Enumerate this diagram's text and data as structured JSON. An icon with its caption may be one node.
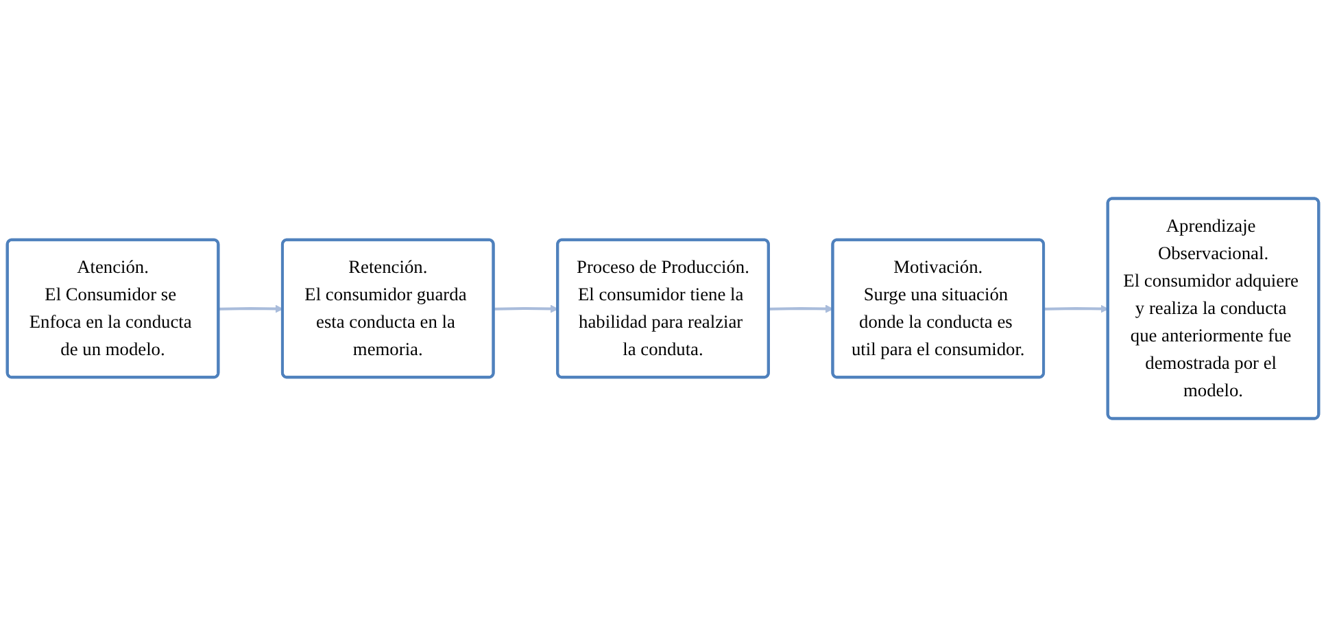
{
  "diagram": {
    "nodes": [
      {
        "text": [
          "Atención.",
          "El Consumidor se Enfoca en la conducta de un modelo."
        ]
      },
      {
        "text": [
          "Retención.",
          "El consumidor guarda esta conducta en la memoria."
        ]
      },
      {
        "text": [
          "Proceso de Producción.",
          "El consumidor tiene la habilidad para realziar la conduta."
        ]
      },
      {
        "text": [
          "Motivación.",
          "Surge una situación donde la conducta es util para el consumidor."
        ]
      },
      {
        "text": [
          "Aprendizaje Observacional.",
          "El consumidor adquiere y realiza la conducta que anteriormente fue demostrada por el modelo."
        ]
      }
    ],
    "edges": [
      {
        "from": 0,
        "to": 1,
        "arrow": "to"
      },
      {
        "from": 1,
        "to": 2,
        "arrow": "to"
      },
      {
        "from": 2,
        "to": 3,
        "arrow": "to"
      },
      {
        "from": 3,
        "to": 4,
        "arrow": "to"
      }
    ]
  }
}
